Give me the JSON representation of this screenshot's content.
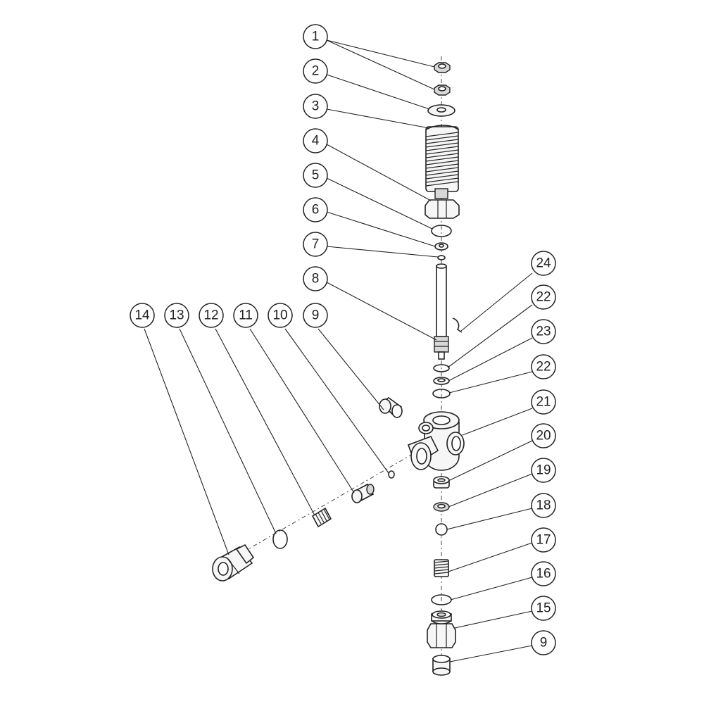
{
  "heading": "",
  "part_labels": [
    "1",
    "2",
    "3",
    "4",
    "5",
    "6",
    "7",
    "8",
    "9",
    "10",
    "11",
    "12",
    "13",
    "14",
    "15",
    "16",
    "17",
    "18",
    "19",
    "20",
    "21",
    "22",
    "23",
    "22",
    "24",
    "9"
  ]
}
